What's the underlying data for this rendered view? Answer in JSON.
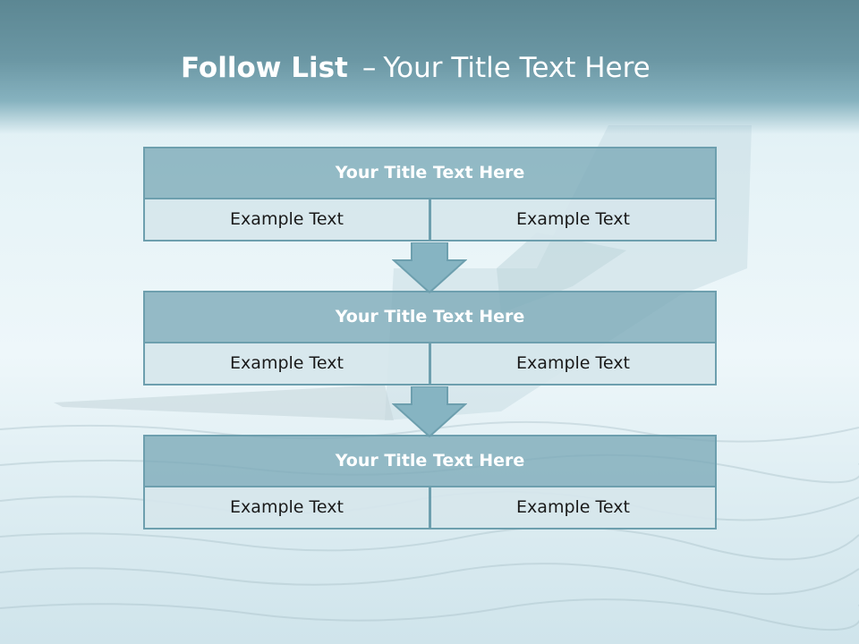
{
  "slide": {
    "title_bold": "Follow List",
    "title_dash": "–",
    "title_rest": "Your Title Text Here"
  },
  "blocks": [
    {
      "title": "Your Title Text Here",
      "left": "Example Text",
      "right": "Example Text"
    },
    {
      "title": "Your Title Text Here",
      "left": "Example Text",
      "right": "Example Text"
    },
    {
      "title": "Your Title Text Here",
      "left": "Example Text",
      "right": "Example Text"
    }
  ],
  "colors": {
    "header": "#6b97a4",
    "block_title": "#7ba9b7",
    "cell": "#d6e6ec",
    "border": "#6d9fae",
    "arrow": "#86b4c2"
  },
  "icons": {
    "connector": "down-arrow-icon"
  }
}
